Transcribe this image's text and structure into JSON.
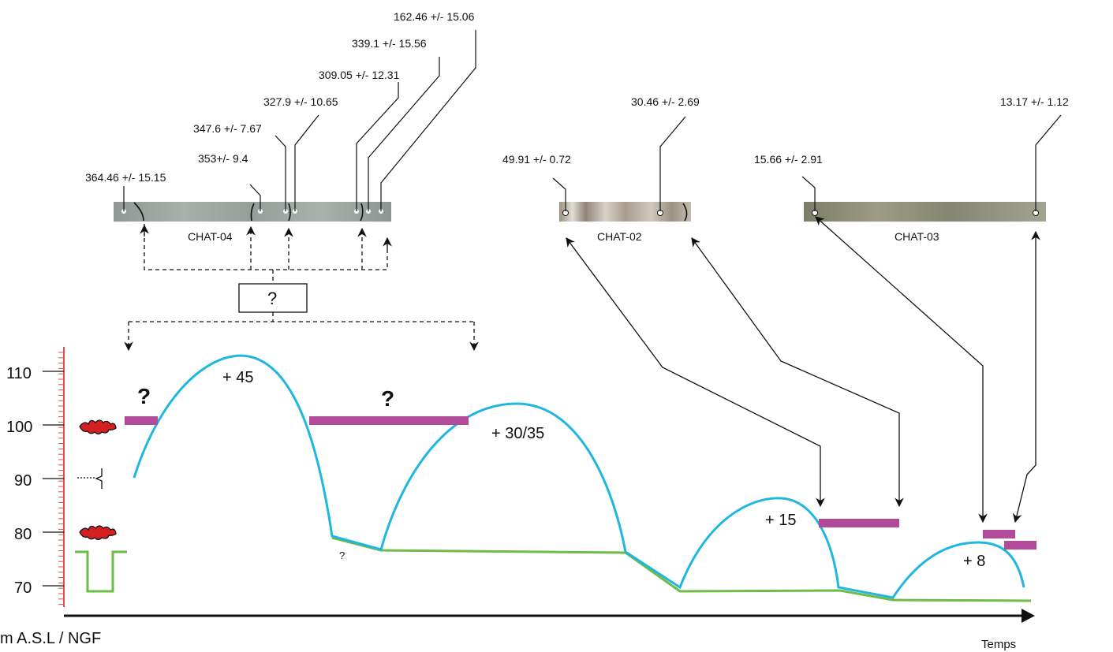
{
  "colors": {
    "bubble": "#1fb7e0",
    "ground": "#6cbc45",
    "bar": "#b24a9a",
    "scale": "#e05050",
    "core4": "#9aa3a0",
    "core2": "#b8b2a8",
    "core3": "#8d8f7a",
    "ink": "#111111",
    "concretion": "#d42020"
  },
  "axis": {
    "unit_label": "m A.S.L / NGF",
    "time_label": "Temps",
    "ticks": [
      "110",
      "100",
      "90",
      "80",
      "70"
    ]
  },
  "cores": {
    "chat04": {
      "name": "CHAT-04",
      "ages": [
        "364.46 +/- 15.15",
        "353+/- 9.4",
        "347.6 +/- 7.67",
        "327.9 +/- 10.65",
        "309.05 +/- 12.31",
        "339.1 +/- 15.56",
        "162.46 +/- 15.06"
      ]
    },
    "chat02": {
      "name": "CHAT-02",
      "ages": [
        "49.91 +/- 0.72",
        "30.46 +/- 2.69"
      ]
    },
    "chat03": {
      "name": "CHAT-03",
      "ages": [
        "15.66 +/- 2.91",
        "13.17 +/- 1.12"
      ]
    }
  },
  "unknown_box": "?",
  "highstands": [
    "+ 45",
    "+ 30/35",
    "+ 15",
    "+ 8"
  ],
  "question_marks": [
    "?",
    "?",
    "?"
  ],
  "icons": [
    "concretion-icon",
    "notch-icon",
    "cave-profile-icon"
  ]
}
